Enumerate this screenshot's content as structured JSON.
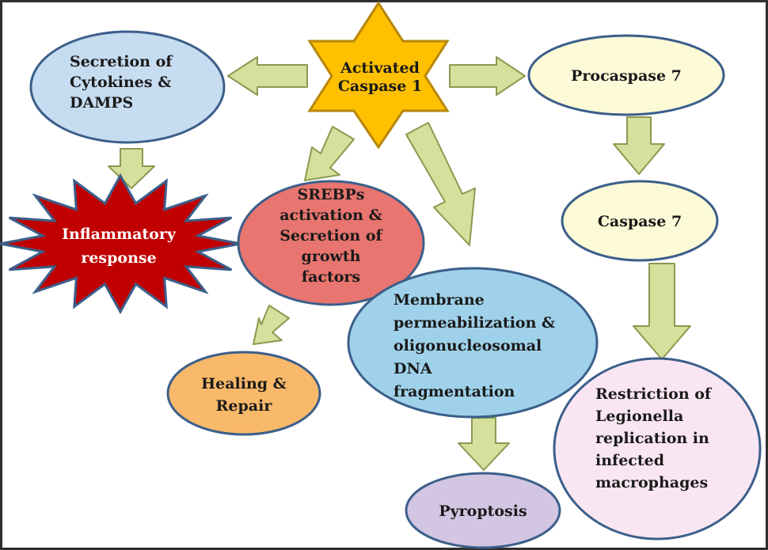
{
  "colors": {
    "border": "#2f2f2f",
    "arrow_fill": "#d4e09b",
    "arrow_stroke": "#8a9a50",
    "star_fill": "#ffc000",
    "star_stroke": "#b8860b",
    "cytokines_fill": "#c6dcf0",
    "ellipse_stroke": "#3b5f8a",
    "burst_fill": "#c00000",
    "srebp_fill": "#e8756f",
    "healing_fill": "#f9b96a",
    "membrane_fill": "#9fd1ea",
    "pyroptosis_fill": "#d3c6e3",
    "procaspase_fill": "#fcfad7",
    "caspase7_fill": "#fcfad7",
    "restriction_fill": "#fae6f2"
  },
  "nodes": {
    "caspase1": {
      "lines": [
        "Activated",
        "Caspase 1"
      ]
    },
    "cytokines": {
      "lines": [
        "Secretion of",
        "Cytokines &",
        "DAMPS"
      ]
    },
    "inflammatory": {
      "lines": [
        "Inflammatory",
        "response"
      ]
    },
    "srebps": {
      "lines": [
        "SREBPs",
        "activation &",
        "Secretion of",
        "growth",
        "factors"
      ]
    },
    "healing": {
      "lines": [
        "Healing &",
        "Repair"
      ]
    },
    "membrane": {
      "lines": [
        "Membrane",
        "permeabilization &",
        "oligonucleosomal",
        "DNA",
        "fragmentation"
      ]
    },
    "pyroptosis": {
      "lines": [
        "Pyroptosis"
      ]
    },
    "procaspase7": {
      "lines": [
        "Procaspase 7"
      ]
    },
    "caspase7": {
      "lines": [
        "Caspase 7"
      ]
    },
    "restriction": {
      "lines": [
        "Restriction of",
        "Legionella",
        "replication in",
        "infected",
        "macrophages"
      ]
    }
  }
}
